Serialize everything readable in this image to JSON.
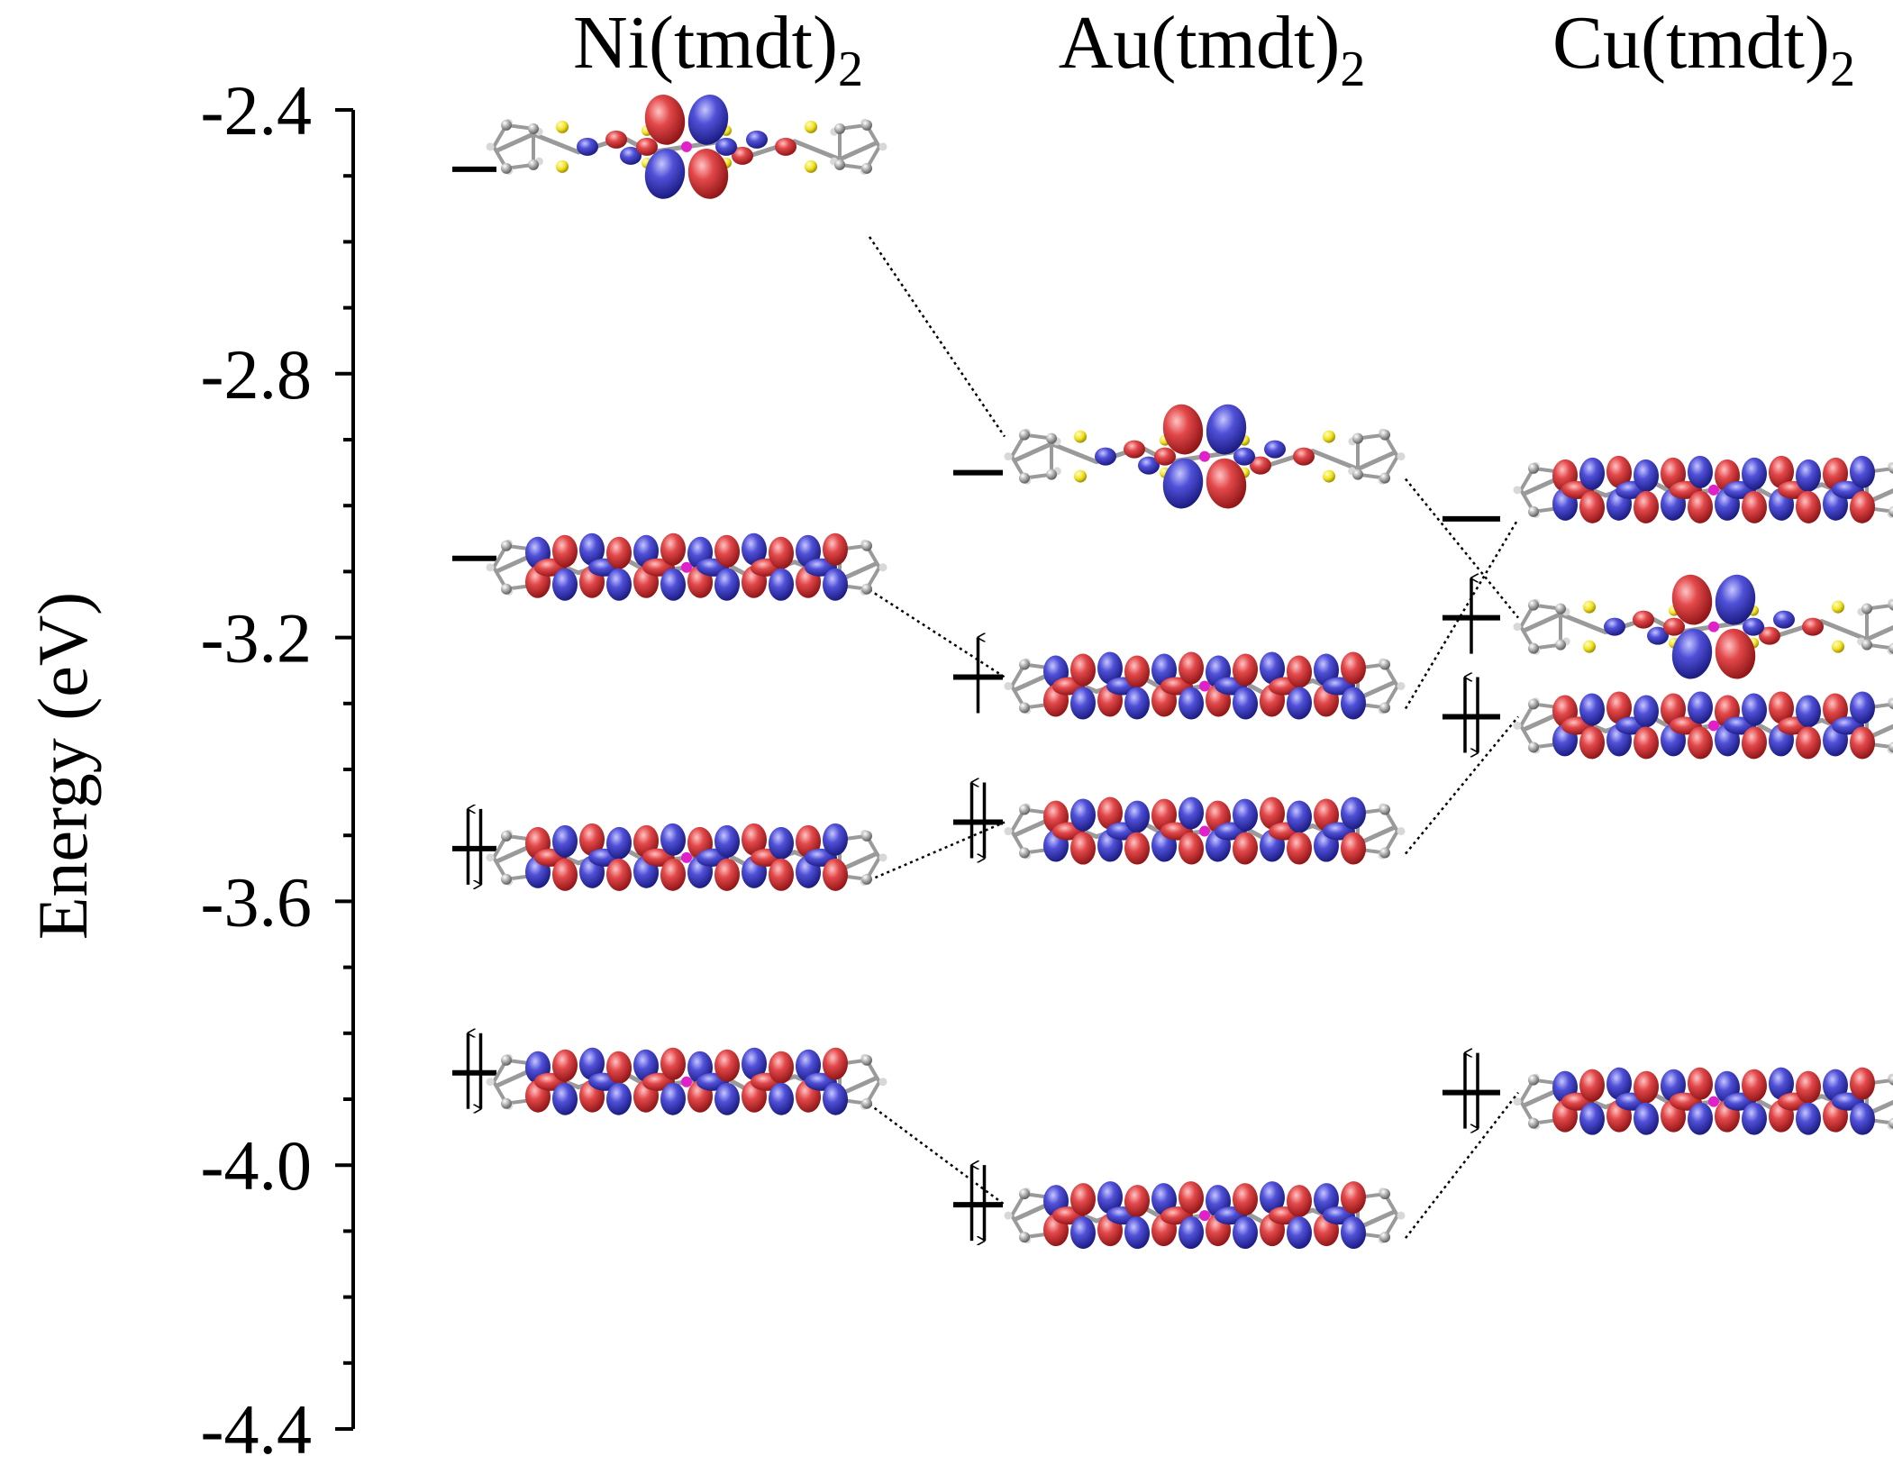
{
  "chart_data": {
    "type": "energy-level-diagram",
    "ylabel": "Energy (eV)",
    "ylim": [
      -4.4,
      -2.4
    ],
    "yticks": [
      "-2.4",
      "-2.8",
      "-3.2",
      "-3.6",
      "-4.0",
      "-4.4"
    ],
    "columns": [
      {
        "id": "ni",
        "label": "Ni(tmdt)",
        "sub": "2",
        "levels": [
          {
            "energy": -2.49,
            "occupation": "empty"
          },
          {
            "energy": -3.08,
            "occupation": "empty"
          },
          {
            "energy": -3.52,
            "occupation": "paired"
          },
          {
            "energy": -3.86,
            "occupation": "paired"
          }
        ]
      },
      {
        "id": "au",
        "label": "Au(tmdt)",
        "sub": "2",
        "levels": [
          {
            "energy": -2.95,
            "occupation": "empty"
          },
          {
            "energy": -3.26,
            "occupation": "single"
          },
          {
            "energy": -3.48,
            "occupation": "paired"
          },
          {
            "energy": -4.06,
            "occupation": "paired"
          }
        ]
      },
      {
        "id": "cu",
        "label": "Cu(tmdt)",
        "sub": "2",
        "levels": [
          {
            "energy": -3.02,
            "occupation": "empty"
          },
          {
            "energy": -3.17,
            "occupation": "single"
          },
          {
            "energy": -3.32,
            "occupation": "paired"
          },
          {
            "energy": -3.89,
            "occupation": "paired"
          }
        ]
      }
    ],
    "correlations": [
      {
        "from": [
          "ni",
          0
        ],
        "to": [
          "au",
          0
        ]
      },
      {
        "from": [
          "ni",
          1
        ],
        "to": [
          "au",
          1
        ]
      },
      {
        "from": [
          "ni",
          2
        ],
        "to": [
          "au",
          2
        ]
      },
      {
        "from": [
          "ni",
          3
        ],
        "to": [
          "au",
          3
        ]
      },
      {
        "from": [
          "au",
          0
        ],
        "to": [
          "cu",
          1
        ]
      },
      {
        "from": [
          "au",
          1
        ],
        "to": [
          "cu",
          0
        ]
      },
      {
        "from": [
          "au",
          2
        ],
        "to": [
          "cu",
          2
        ]
      },
      {
        "from": [
          "au",
          3
        ],
        "to": [
          "cu",
          3
        ]
      }
    ],
    "orbital_types": {
      "ni": [
        "metal-d",
        "ligand-pi",
        "ligand-pi",
        "ligand-pi"
      ],
      "au": [
        "metal-d",
        "ligand-pi",
        "ligand-pi",
        "ligand-pi"
      ],
      "cu": [
        "ligand-pi",
        "metal-d",
        "ligand-pi",
        "ligand-pi"
      ]
    },
    "colors": {
      "lobe_positive": "#d8363a",
      "lobe_negative": "#4444cc",
      "carbon": "#9a9a9a",
      "hydrogen": "#d8d8d8",
      "sulfur": "#f0e020",
      "metal": "#e020c8",
      "line": "#000000"
    }
  }
}
